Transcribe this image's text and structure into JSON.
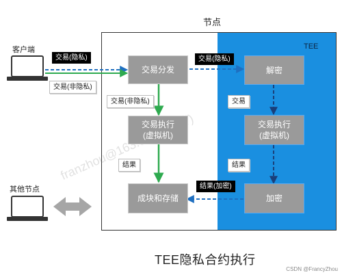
{
  "node_title": "节点",
  "tee_label": "TEE",
  "client_label": "客户端",
  "other_nodes_label": "其他节点",
  "boxes": {
    "tx_dispatch": "交易分发",
    "tx_exec_line1": "交易执行",
    "tx_exec_line2": "(虚拟机)",
    "block_store": "成块和存储",
    "decrypt": "解密",
    "tee_exec_line1": "交易执行",
    "tee_exec_line2": "(虚拟机)",
    "encrypt": "加密"
  },
  "tags": {
    "client_private": "交易(隐私)",
    "client_public": "交易(非隐私)",
    "dispatch_public": "交易(非隐私)",
    "exec_result": "结果",
    "to_tee_private": "交易(隐私)",
    "tee_tx": "交易",
    "tee_result": "结果",
    "result_encrypted": "结果(加密)"
  },
  "caption": "TEE隐私合约执行",
  "watermark": "franzhou@163.com (周芳)",
  "footer": "CSDN @FrancyZhou",
  "colors": {
    "tee_blue": "#1a8fe0",
    "box_gray": "#9a9a9a",
    "arrow_green": "#2eaa4f",
    "arrow_blue": "#1f6fc0"
  }
}
